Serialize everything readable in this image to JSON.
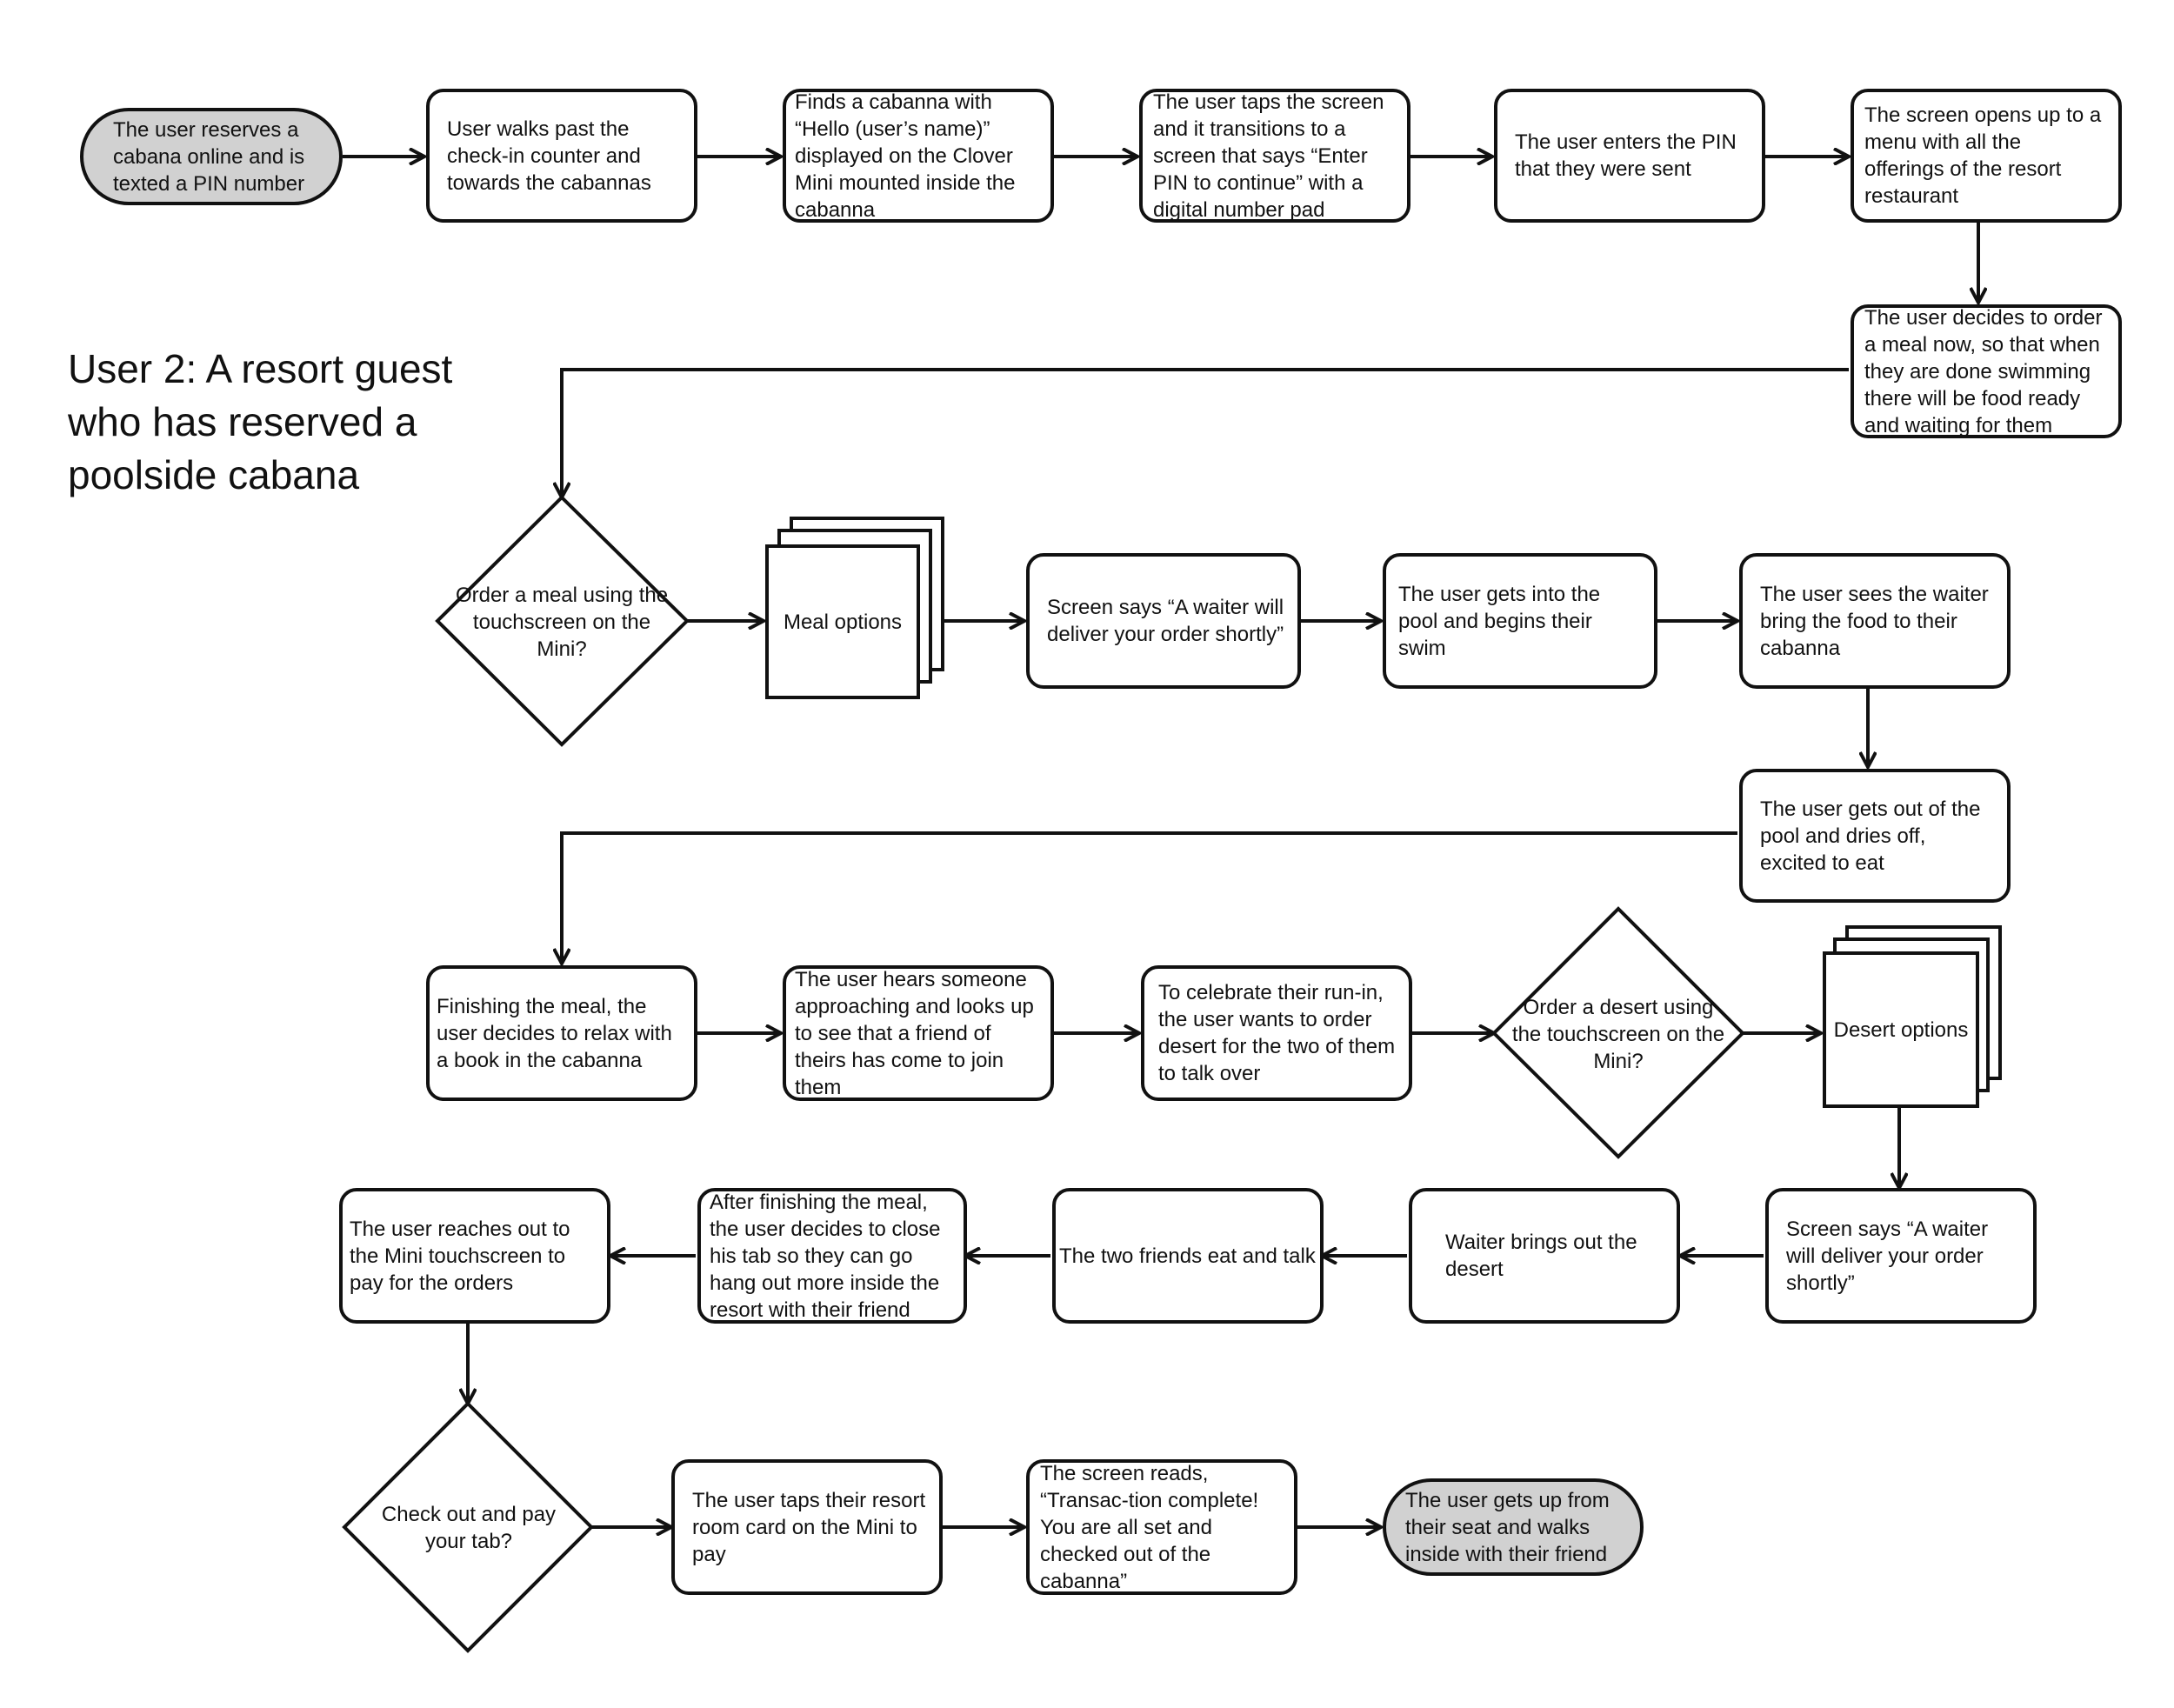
{
  "title": "User 2: A resort guest who has reserved a poolside cabana",
  "nodes": {
    "start": "The user reserves a cabana online and is texted a PIN number",
    "walks_past": "User walks past the check-in counter and towards the cabannas",
    "finds_cabana": "Finds a cabanna with “Hello (user’s name)” displayed on the Clover Mini mounted inside the cabanna",
    "taps_screen": "The user taps the screen and it transitions to a screen that says “Enter PIN to continue” with a digital number pad",
    "enters_pin": "The user enters the PIN that they were sent",
    "menu_opens": "The screen opens up to a menu with all the offerings of the resort restaurant",
    "decides_order": "The user decides to order a meal now, so that when they are done swimming there will be food ready and waiting for them",
    "order_meal_decision": "Order a meal using the touchscreen on the Mini?",
    "meal_options": "Meal options",
    "waiter_will_deliver_1": "Screen says “A waiter will deliver your order shortly”",
    "gets_into_pool": "The user gets into the pool and begins their swim",
    "sees_waiter": "The user sees the waiter bring the food to their cabanna",
    "gets_out_pool": "The user gets out of the pool and dries off, excited to eat",
    "finishing_meal": "Finishing the meal, the user decides to relax with a book in the cabanna",
    "hears_someone": "The user hears someone approaching and looks up to see that a friend of theirs has come to join them",
    "celebrate": "To celebrate their run-in, the user wants to order desert for the two of them to talk over",
    "order_desert_decision": "Order a desert using the touchscreen on the Mini?",
    "desert_options": "Desert options",
    "waiter_will_deliver_2": "Screen says “A waiter will deliver your order shortly”",
    "waiter_brings_desert": "Waiter brings out the desert",
    "friends_eat": "The two friends eat and talk",
    "close_tab": "After finishing the meal, the user decides to close his tab so they can go hang out more inside the resort with their friend",
    "reaches_out": "The user reaches out to the Mini touchscreen to pay for the orders",
    "checkout_decision": "Check out and pay your tab?",
    "taps_room_card": "The user taps their resort room card on the Mini to pay",
    "transaction_complete": "The screen reads, “Transac-tion complete! You are all set and checked out of the cabanna”",
    "end": "The user gets up from their seat and walks inside with their friend"
  },
  "colors": {
    "line": "#111111",
    "terminal_fill": "#d1d1d1",
    "box_fill": "#ffffff"
  }
}
